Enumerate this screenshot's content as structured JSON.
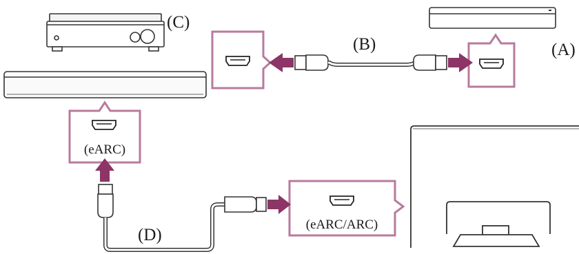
{
  "labels": {
    "a": "(A)",
    "b": "(B)",
    "c": "(C)",
    "d": "(D)",
    "soundbar_port": "(eARC)",
    "tv_port": "(eARC/ARC)"
  },
  "colors": {
    "callout_border": "#b87a9e",
    "arrow": "#8c3566",
    "outline": "#333333"
  },
  "icons": [
    "player-device",
    "av-receiver",
    "soundbar",
    "tv",
    "hdmi-port-icon",
    "hdmi-cable"
  ]
}
